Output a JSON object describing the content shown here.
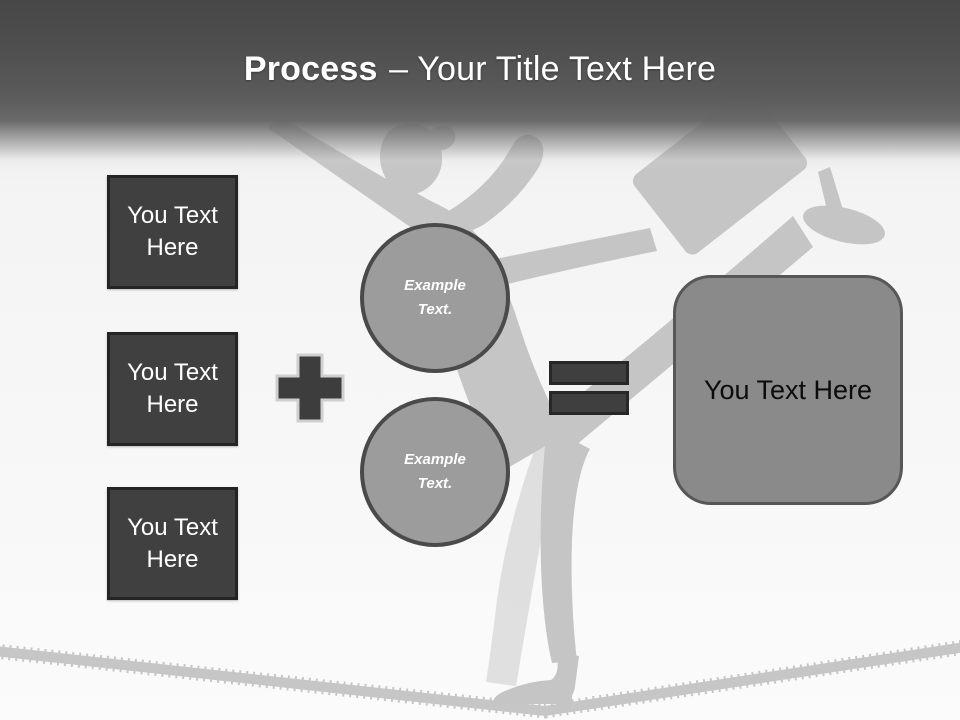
{
  "title": {
    "emphasis": "Process",
    "rest": "– Your Title Text Here",
    "full": "Process – Your Title Text Here"
  },
  "placeholders": {
    "input_boxes": [
      {
        "label": "You Text Here"
      },
      {
        "label": "You Text Here"
      },
      {
        "label": "You Text Here"
      }
    ],
    "example_circles": [
      {
        "label": "Example Text."
      },
      {
        "label": "Example Text."
      }
    ],
    "result_box": {
      "label": "You Text Here"
    }
  },
  "icons": {
    "plus_icon": "plus-sign-shape",
    "equals_icon": "equals-sign-shape",
    "background_art": "businesswoman-balancing-on-tightrope-silhouette"
  },
  "colors": {
    "header_dark": "#4a4a4a",
    "title_text": "#ffffff",
    "box_fill": "#404040",
    "box_border": "#242424",
    "circle_fill": "#9c9c9c",
    "circle_border": "#4a4a4a",
    "operator_fill": "#3d3d3d",
    "result_fill": "#8a8a8a",
    "result_border": "#575757",
    "silhouette": "#c5c5c5",
    "background": "#f5f5f5"
  }
}
